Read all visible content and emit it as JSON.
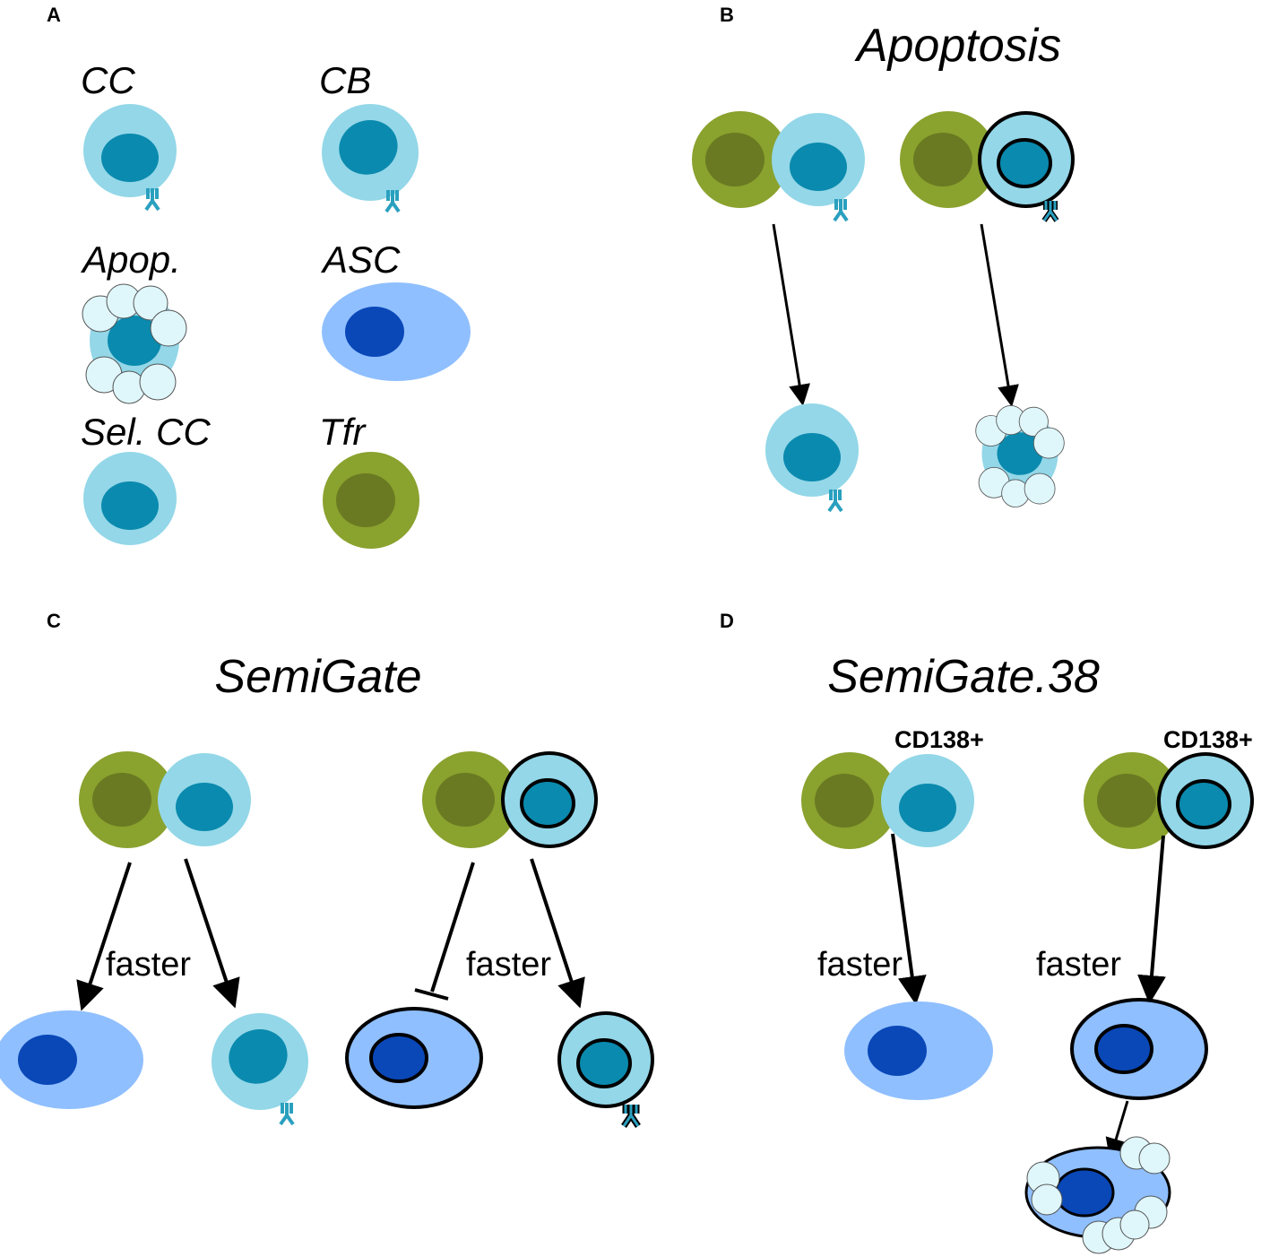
{
  "colors": {
    "cc_body": "#93d7e8",
    "cc_nucleus": "#0a8aae",
    "asc_body": "#8fbfff",
    "asc_nucleus": "#0a48b8",
    "tfr_body": "#8aa22e",
    "tfr_nucleus": "#6a7a22",
    "bleb": "#dff7fb",
    "receptor": "#2aa0bf"
  },
  "panels": {
    "A": {
      "letter": "A",
      "legend": [
        {
          "label": "CC",
          "icon": "centrocyte-icon"
        },
        {
          "label": "CB",
          "icon": "centroblast-icon"
        },
        {
          "label": "Apop.",
          "icon": "apoptotic-cell-icon"
        },
        {
          "label": "ASC",
          "icon": "antibody-secreting-cell-icon"
        },
        {
          "label": "Sel. CC",
          "icon": "selected-centrocyte-icon"
        },
        {
          "label": "Tfr",
          "icon": "follicular-regulatory-t-cell-icon"
        }
      ]
    },
    "B": {
      "letter": "B",
      "title": "Apoptosis"
    },
    "C": {
      "letter": "C",
      "title": "SemiGate",
      "rate_labels": [
        "faster",
        "faster"
      ]
    },
    "D": {
      "letter": "D",
      "title": "SemiGate.38",
      "markers": [
        "CD138+",
        "CD138+"
      ],
      "rate_labels": [
        "faster",
        "faster"
      ]
    }
  }
}
